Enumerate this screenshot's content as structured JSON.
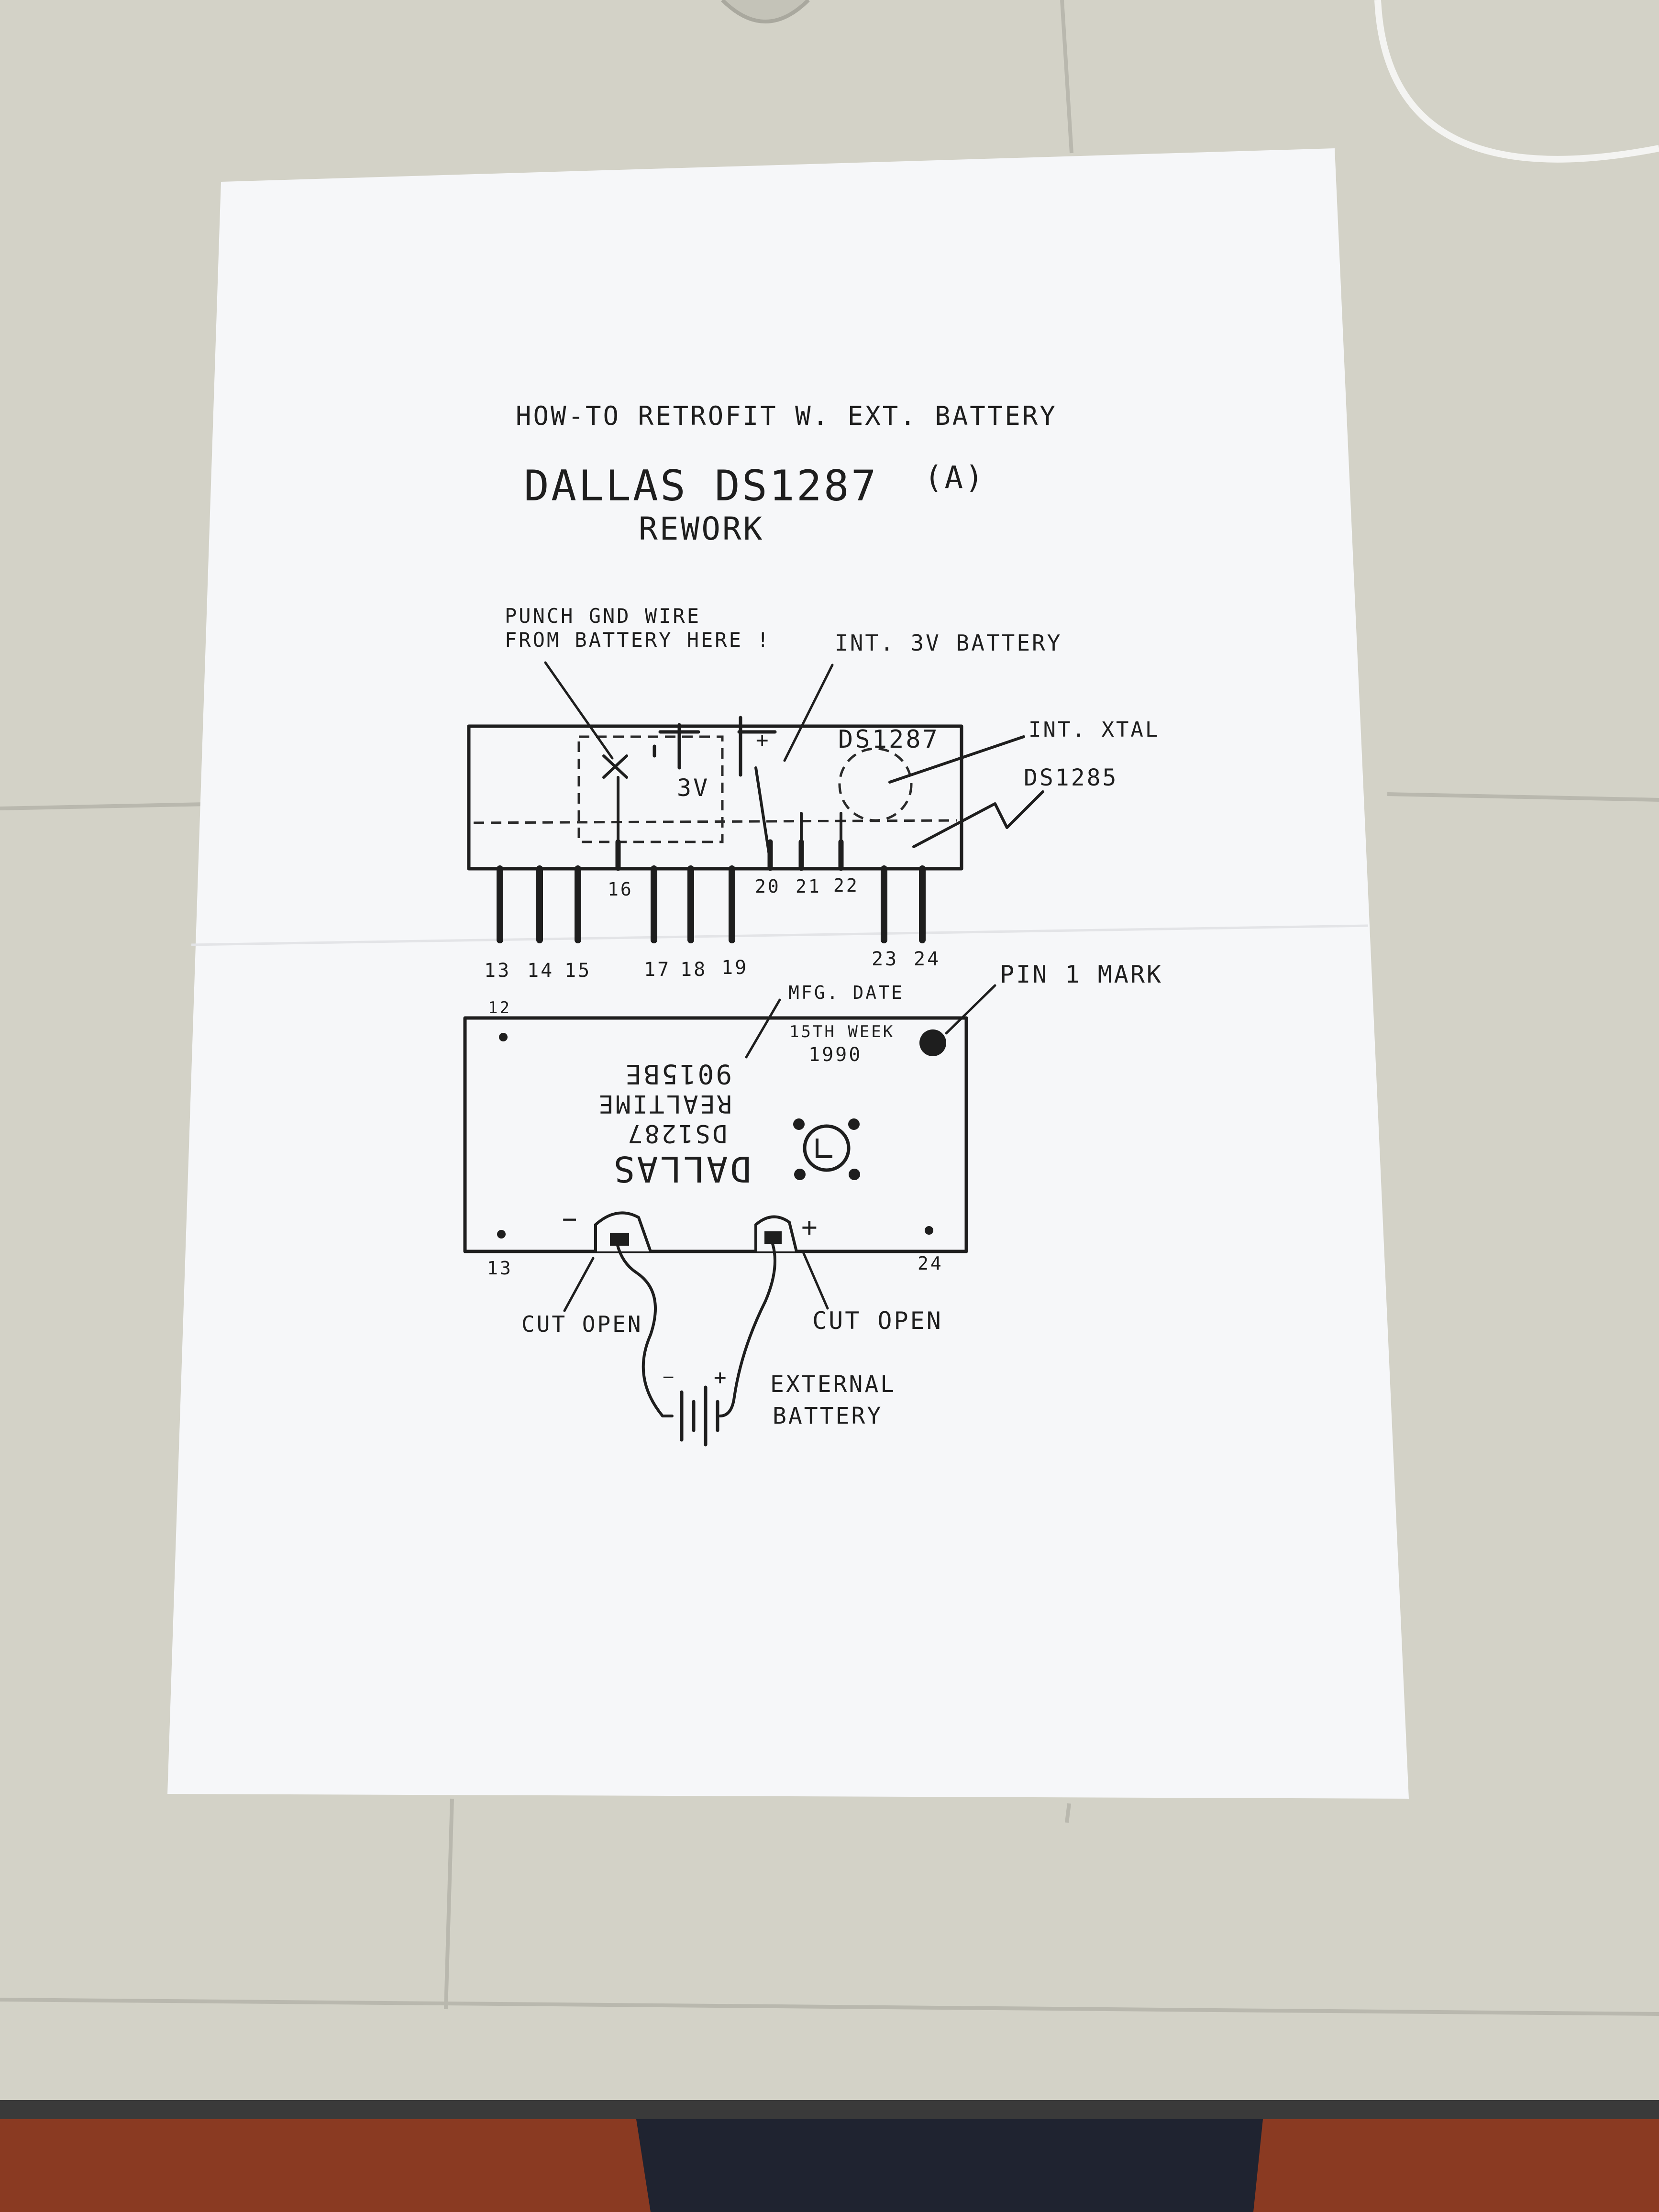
{
  "colors": {
    "table": "#d3d2c7",
    "table_tile_line": "#b9b8ae",
    "paper": "#f6f7f9",
    "ink": "#1e1e1e",
    "floor": "#8a3a22",
    "table_edge": "#3a3a3a"
  },
  "document": {
    "title_line": "HOW-TO RETROFIT W. EXT. BATTERY",
    "chip_name": "DALLAS  DS1287",
    "chip_variant": "(A)",
    "subtitle": "REWORK"
  },
  "side_view": {
    "callouts": {
      "punch_gnd_line1": "PUNCH GND WIRE",
      "punch_gnd_line2": "FROM BATTERY HERE !",
      "int_battery": "INT. 3V BATTERY",
      "int_xtal": "INT. XTAL",
      "ds1285": "DS1285"
    },
    "chip_label": "DS1287",
    "battery_label": "3V",
    "battery_plus": "+",
    "pins_upper": [
      "16",
      "20",
      "21",
      "22"
    ],
    "pins_lower": [
      "13",
      "14",
      "15",
      "17",
      "18",
      "19",
      "23",
      "24"
    ]
  },
  "top_view": {
    "pin_12": "12",
    "pin_13": "13",
    "pin_24": "24",
    "pin1_mark": "PIN 1 MARK",
    "mfg_date": "MFG. DATE",
    "week": "15TH WEEK",
    "year": "1990",
    "marking_code": "9015BE",
    "marking_realtime": "REALTIME",
    "marking_part": "DS1287",
    "marking_brand": "DALLAS",
    "minus": "−",
    "plus": "+",
    "cut_open_left": "CUT OPEN",
    "cut_open_right": "CUT OPEN"
  },
  "external_battery": {
    "label_line1": "EXTERNAL",
    "label_line2": "BATTERY",
    "minus": "−",
    "plus": "+"
  }
}
